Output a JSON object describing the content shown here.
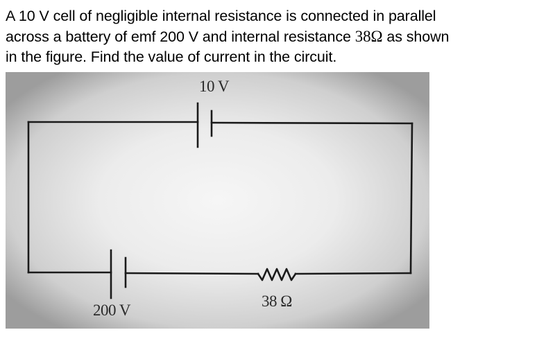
{
  "question": {
    "line1": "A 10 V cell of negligible internal resistance is connected in parallel",
    "line2_before": "across a battery of emf 200 V and internal resistance ",
    "line2_math": "38Ω",
    "line2_after": " as shown",
    "line3": "in the figure. Find the value of current in the circuit."
  },
  "figure": {
    "top_cell_label": "10 V",
    "bottom_battery_label": "200 V",
    "resistor_label": "38 Ω",
    "components": [
      {
        "type": "cell",
        "emf": "10 V",
        "position": "top wire"
      },
      {
        "type": "battery",
        "emf": "200 V",
        "position": "bottom-left wire"
      },
      {
        "type": "resistor",
        "value": "38 Ω",
        "position": "bottom-right wire"
      }
    ],
    "wire_color": "#1a1a1a"
  }
}
